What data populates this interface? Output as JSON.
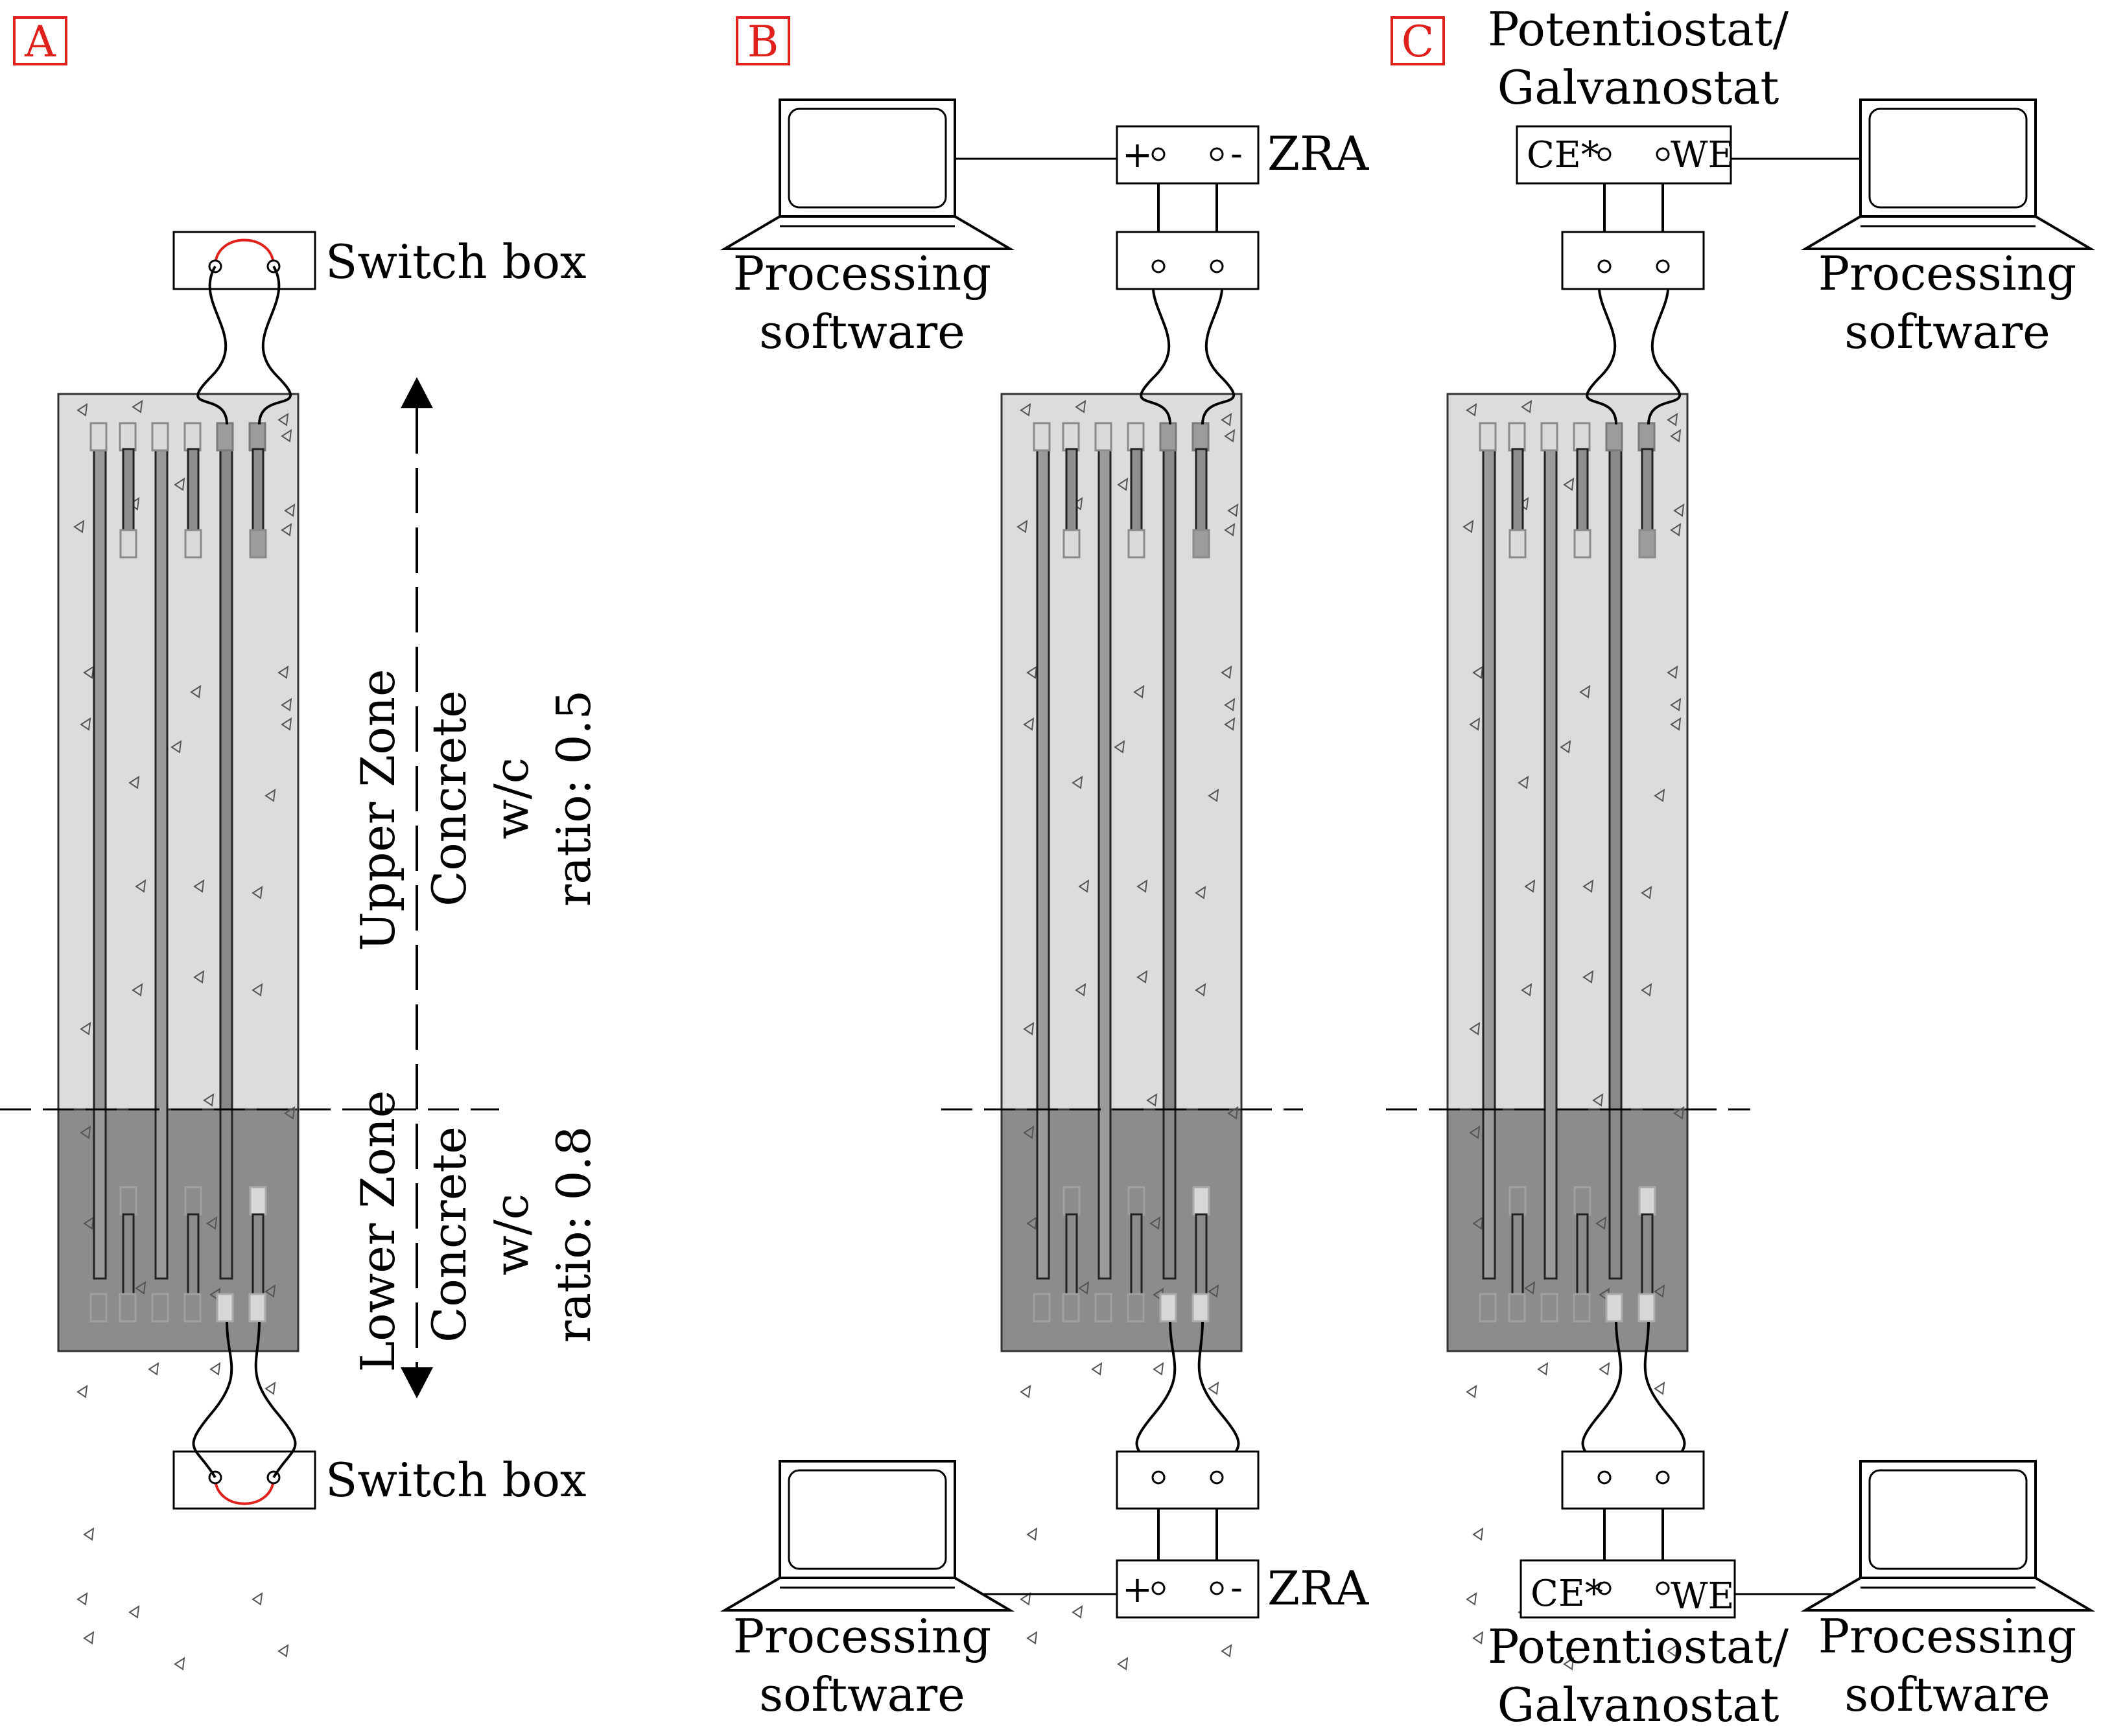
{
  "panels": {
    "a": {
      "letter": "A",
      "switch_box_top": "Switch box",
      "switch_box_bottom": "Switch box",
      "upper_zone": {
        "zone": "Upper Zone",
        "line1": "Concrete",
        "line2": "w/c",
        "line3": "ratio: 0.5"
      },
      "lower_zone": {
        "zone": "Lower Zone",
        "line1": "Concrete",
        "line2": "w/c",
        "line3": "ratio: 0.8"
      }
    },
    "b": {
      "letter": "B",
      "top": {
        "device": "ZRA",
        "plus": "+",
        "minus": "-",
        "software_line1": "Processing",
        "software_line2": "software"
      },
      "bottom": {
        "device": "ZRA",
        "plus": "+",
        "minus": "-",
        "software_line1": "Processing",
        "software_line2": "software"
      }
    },
    "c": {
      "letter": "C",
      "top": {
        "device_line1": "Potentiostat/",
        "device_line2": "Galvanostat",
        "ce": "CE*",
        "we": "WE",
        "software_line1": "Processing",
        "software_line2": "software"
      },
      "bottom": {
        "device_line1": "Potentiostat/",
        "device_line2": "Galvanostat",
        "ce": "CE*",
        "we": "WE",
        "software_line1": "Processing",
        "software_line2": "software"
      }
    }
  },
  "colors": {
    "upper_concrete": "#dcdcdc",
    "lower_concrete": "#8c8c8c",
    "panel_letter": "#e0201b",
    "switch_link": "#e0201b"
  }
}
